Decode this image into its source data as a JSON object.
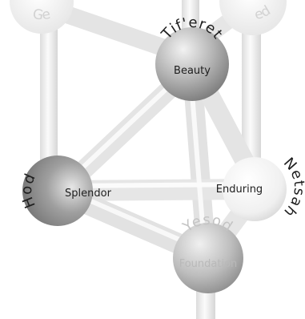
{
  "nodes": {
    "tiferet": {
      "name": "Tif'eret",
      "meaning": "Beauty"
    },
    "hod": {
      "name": "Hod",
      "meaning": "Splendor"
    },
    "netsah": {
      "name": "Netsah",
      "meaning": "Enduring"
    },
    "yesod": {
      "name": "Yesod",
      "meaning": "Foundation"
    },
    "gevurah_partial": {
      "name": "Ge"
    },
    "hesed_partial": {
      "name": "ed"
    }
  },
  "colors": {
    "background": "#ffffff",
    "sphere_dark": "#7f7f7f",
    "sphere_light": "#f4f4f4",
    "path": "#e9e9e9",
    "text_dark": "#1e1e1e",
    "text_light": "#b9b9b9"
  }
}
